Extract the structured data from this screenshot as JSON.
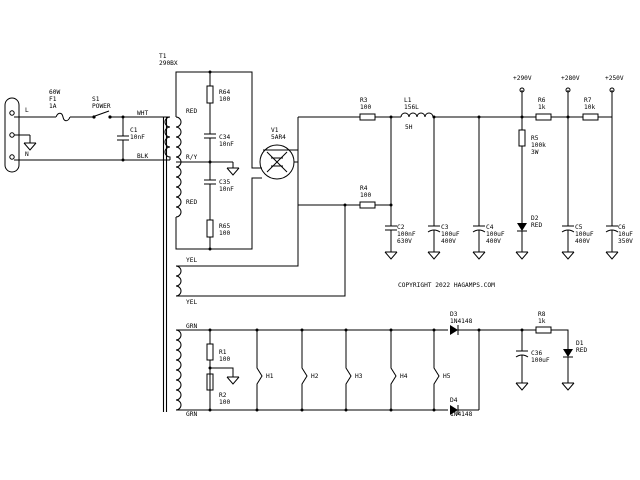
{
  "copyright": "COPYRIGHT 2022 HAGAMPS.COM",
  "mains": {
    "line": "L",
    "neutral": "N"
  },
  "fuse": {
    "rating": "60W",
    "ref": "F1",
    "value": "1A"
  },
  "switch": {
    "ref": "S1",
    "name": "POWER"
  },
  "c1": {
    "ref": "C1",
    "value": "10nF"
  },
  "primary": {
    "wht": "WHT",
    "blk": "BLK"
  },
  "transformer": {
    "ref": "T1",
    "model": "290BX"
  },
  "secondary_hv": {
    "red1": "RED",
    "ry": "R/Y",
    "red2": "RED"
  },
  "r64": {
    "ref": "R64",
    "value": "100"
  },
  "c34": {
    "ref": "C34",
    "value": "10nF"
  },
  "c35": {
    "ref": "C35",
    "value": "10nF"
  },
  "r65": {
    "ref": "R65",
    "value": "100"
  },
  "rectifier": {
    "ref": "V1",
    "model": "5AR4"
  },
  "yel": {
    "a": "YEL",
    "b": "YEL"
  },
  "r3": {
    "ref": "R3",
    "value": "100"
  },
  "r4": {
    "ref": "R4",
    "value": "100"
  },
  "l1": {
    "ref": "L1",
    "model": "156L",
    "value": "5H"
  },
  "c2": {
    "ref": "C2",
    "value": "100nF",
    "voltage": "630V"
  },
  "c3": {
    "ref": "C3",
    "value": "100uF",
    "voltage": "400V"
  },
  "c4": {
    "ref": "C4",
    "value": "100uF",
    "voltage": "400V"
  },
  "rails": {
    "v1": "+290V",
    "v2": "+280V",
    "v3": "+250V"
  },
  "r5": {
    "ref": "R5",
    "value": "100k",
    "power": "3W"
  },
  "d2": {
    "ref": "D2",
    "color": "RED"
  },
  "r6": {
    "ref": "R6",
    "value": "1k"
  },
  "r7": {
    "ref": "R7",
    "value": "10k"
  },
  "c5": {
    "ref": "C5",
    "value": "100uF",
    "voltage": "400V"
  },
  "c6": {
    "ref": "C6",
    "value": "10uF",
    "voltage": "350V"
  },
  "grn": {
    "a": "GRN",
    "b": "GRN"
  },
  "r1": {
    "ref": "R1",
    "value": "100"
  },
  "r2": {
    "ref": "R2",
    "value": "100"
  },
  "heaters": [
    "H1",
    "H2",
    "H3",
    "H4",
    "H5"
  ],
  "d3": {
    "ref": "D3",
    "model": "1N4148"
  },
  "d4": {
    "ref": "D4",
    "model": "1N4148"
  },
  "r8": {
    "ref": "R8",
    "value": "1k"
  },
  "c36": {
    "ref": "C36",
    "value": "100uF"
  },
  "d1": {
    "ref": "D1",
    "color": "RED"
  }
}
